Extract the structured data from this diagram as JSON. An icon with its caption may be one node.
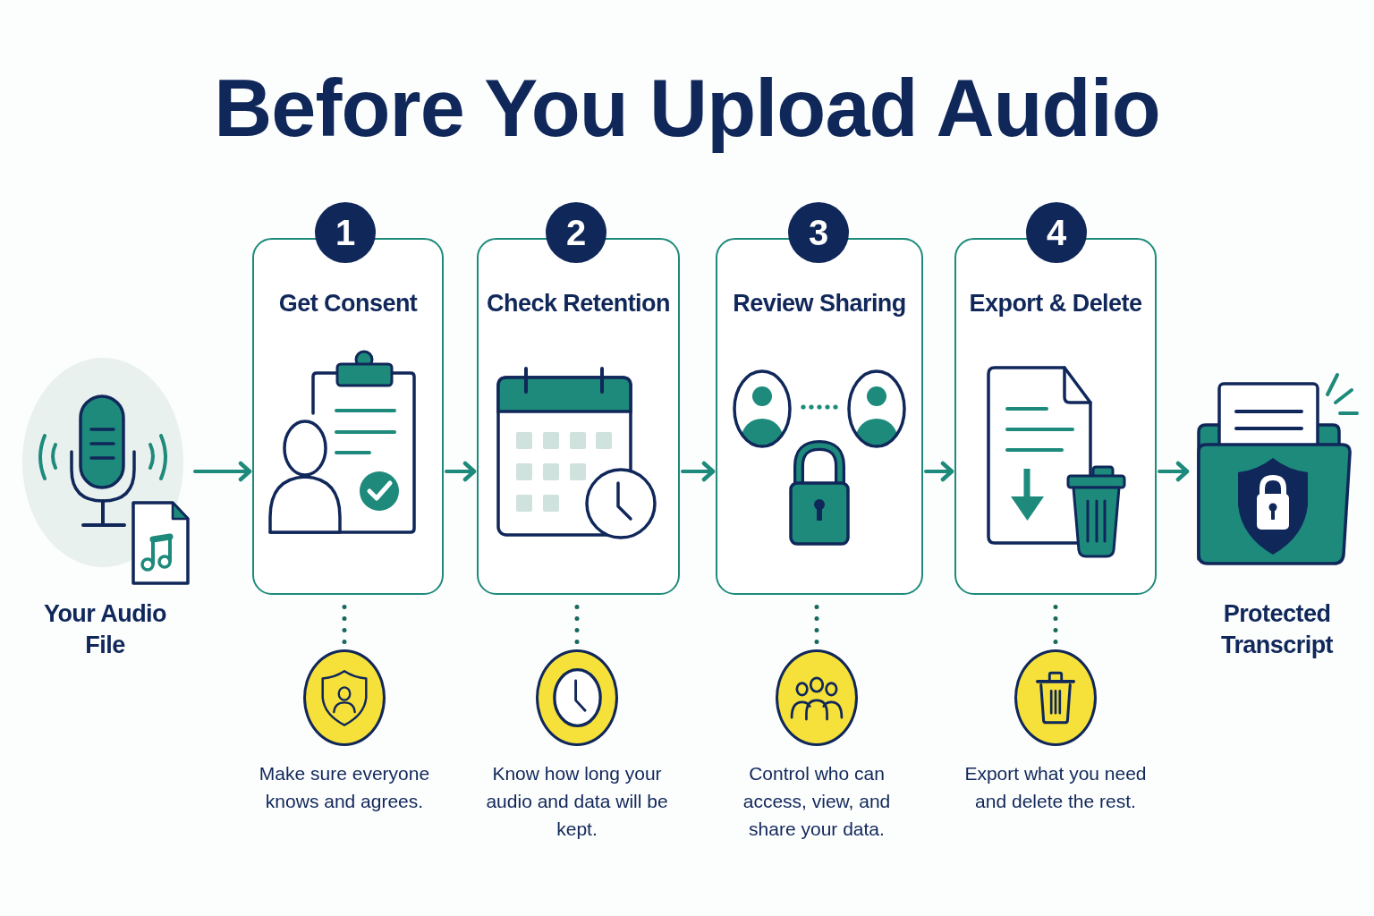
{
  "diagram": {
    "title": "Before You Upload Audio",
    "nodes": [
      {
        "text": [
          "Your Audio File"
        ]
      },
      {
        "text": [
          "1"
        ]
      },
      {
        "text": [
          "Get Consent"
        ]
      },
      {
        "text": [],
        "shape": "circle",
        "beside": [
          "Make sure everyone knows and agrees."
        ]
      },
      {
        "text": [
          "2"
        ]
      },
      {
        "text": [
          "Check Retention"
        ]
      },
      {
        "text": [],
        "shape": "circle",
        "beside": [
          "Know how long your audio and data will be kept."
        ]
      },
      {
        "text": [
          "3"
        ]
      },
      {
        "text": [
          "Review Sharing"
        ]
      },
      {
        "text": [],
        "shape": "circle",
        "beside": [
          "Control who can access, view, and share your data."
        ]
      },
      {
        "text": [
          "4"
        ]
      },
      {
        "text": [
          "Export & Delete"
        ]
      },
      {
        "text": [],
        "shape": "circle",
        "beside": [
          "Export what you need and delete the rest."
        ]
      },
      {
        "text": [
          "Protected Transcript"
        ]
      }
    ],
    "edges": [
      {
        "from": 0,
        "to": 2,
        "arrow": "to"
      },
      {
        "from": 2,
        "to": 3,
        "arrow": "none",
        "style": "dashed",
        "color": "#18695c"
      },
      {
        "from": 2,
        "to": 5,
        "arrow": "to"
      },
      {
        "from": 5,
        "to": 6,
        "arrow": "none",
        "style": "dashed",
        "color": "#18695c"
      },
      {
        "from": 5,
        "to": 8,
        "arrow": "to"
      },
      {
        "from": 8,
        "to": 9,
        "arrow": "none",
        "style": "dashed",
        "color": "#18695c"
      },
      {
        "from": 8,
        "to": 11,
        "arrow": "to"
      },
      {
        "from": 11,
        "to": 12,
        "arrow": "none",
        "style": "dashed",
        "color": "#18695c"
      },
      {
        "from": 11,
        "to": 13,
        "arrow": "to"
      }
    ]
  }
}
